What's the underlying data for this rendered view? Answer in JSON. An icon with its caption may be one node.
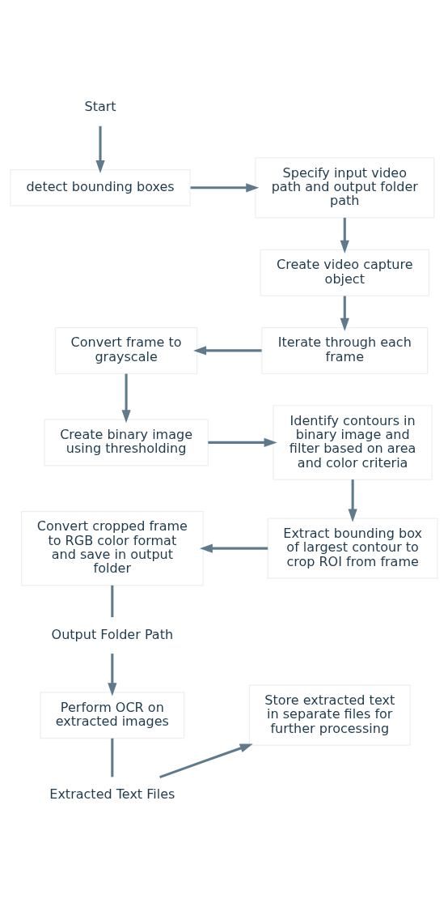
{
  "diagram": {
    "nodes": [
      {
        "text": [
          "Start"
        ]
      },
      {
        "text": [
          "detect bounding boxes"
        ]
      },
      {
        "text": [
          "Specify input video path and output folder path"
        ]
      },
      {
        "text": [
          "Create video capture object"
        ]
      },
      {
        "text": [
          "Iterate through each frame"
        ]
      },
      {
        "text": [
          "Convert frame to grayscale"
        ]
      },
      {
        "text": [
          "Create binary image using thresholding"
        ]
      },
      {
        "text": [
          "Identify contours in binary image and filter based on area and color criteria"
        ]
      },
      {
        "text": [
          "Extract bounding box of largest contour to crop ROI from frame"
        ]
      },
      {
        "text": [
          "Convert cropped frame to RGB color format and save in output folder"
        ]
      },
      {
        "text": [
          "Output Folder Path"
        ]
      },
      {
        "text": [
          "Perform OCR on extracted images"
        ]
      },
      {
        "text": [
          "Extracted Text Files"
        ]
      },
      {
        "text": [
          "Store extracted text in separate files for further processing"
        ]
      }
    ],
    "edges": [
      {
        "from": 0,
        "to": 1,
        "arrow": "to"
      },
      {
        "from": 1,
        "to": 2,
        "arrow": "to"
      },
      {
        "from": 2,
        "to": 3,
        "arrow": "to"
      },
      {
        "from": 3,
        "to": 4,
        "arrow": "to"
      },
      {
        "from": 4,
        "to": 5,
        "arrow": "to"
      },
      {
        "from": 5,
        "to": 6,
        "arrow": "to"
      },
      {
        "from": 6,
        "to": 7,
        "arrow": "to"
      },
      {
        "from": 7,
        "to": 8,
        "arrow": "to"
      },
      {
        "from": 8,
        "to": 9,
        "arrow": "to"
      },
      {
        "from": 9,
        "to": 10,
        "arrow": "none"
      },
      {
        "from": 10,
        "to": 11,
        "arrow": "to"
      },
      {
        "from": 11,
        "to": 12,
        "arrow": "none"
      },
      {
        "from": 12,
        "to": 13,
        "arrow": "to"
      }
    ]
  }
}
